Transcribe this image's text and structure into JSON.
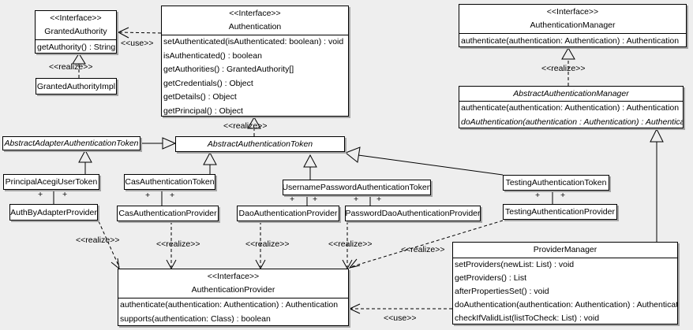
{
  "background": "#eeeeee",
  "labels": {
    "use": "<<use>>",
    "realize": "<<realize>>",
    "plus": "+"
  },
  "classes": {
    "granted_authority": {
      "stereotype": "<<Interface>>",
      "name": "GrantedAuthority",
      "methods": [
        "getAuthority() : String"
      ]
    },
    "granted_authority_impl": {
      "name": "GrantedAuthorityImpl"
    },
    "authentication": {
      "stereotype": "<<Interface>>",
      "name": "Authentication",
      "methods": [
        "setAuthenticated(isAuthenticated: boolean) : void",
        "isAuthenticated() : boolean",
        "getAuthorities() : GrantedAuthority[]",
        "getCredentials() : Object",
        "getDetails() : Object",
        "getPrincipal() : Object"
      ]
    },
    "authentication_manager": {
      "stereotype": "<<Interface>>",
      "name": "AuthenticationManager",
      "methods": [
        "authenticate(authentication: Authentication) : Authentication"
      ]
    },
    "abstract_authentication_manager": {
      "name": "AbstractAuthenticationManager",
      "methods": [
        "authenticate(authentication: Authentication) : Authentication",
        "doAuthentication(authentication : Authentication) : Authentication"
      ]
    },
    "abstract_adapter_authentication_token": {
      "name": "AbstractAdapterAuthenticationToken"
    },
    "abstract_authentication_token": {
      "name": "AbstractAuthenticationToken"
    },
    "principal_acegi_user_token": {
      "name": "PrincipalAcegiUserToken"
    },
    "cas_authentication_token": {
      "name": "CasAuthenticationToken"
    },
    "username_password_authentication_token": {
      "name": "UsernamePasswordAuthenticationToken"
    },
    "testing_authentication_token": {
      "name": "TestingAuthenticationToken"
    },
    "auth_by_adapter_provider": {
      "name": "AuthByAdapterProvider"
    },
    "cas_authentication_provider": {
      "name": "CasAuthenticationProvider"
    },
    "dao_authentication_provider": {
      "name": "DaoAuthenticationProvider"
    },
    "password_dao_authentication_provider": {
      "name": "PasswordDaoAuthenticationProvider"
    },
    "testing_authentication_provider": {
      "name": "TestingAuthenticationProvider"
    },
    "authentication_provider": {
      "stereotype": "<<Interface>>",
      "name": "AuthenticationProvider",
      "methods": [
        "authenticate(authentication: Authentication) : Authentication",
        "supports(authentication: Class) : boolean"
      ]
    },
    "provider_manager": {
      "name": "ProviderManager",
      "methods": [
        "setProviders(newList: List) : void",
        "getProviders() : List",
        "afterPropertiesSet() : void",
        "doAuthentication(authentication: Authentication) : Authentication",
        "checkIfValidList(listToCheck: List) : void"
      ]
    }
  }
}
